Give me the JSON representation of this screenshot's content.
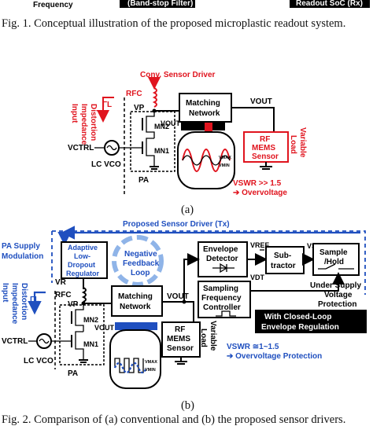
{
  "colors": {
    "red": "#e0141e",
    "blue": "#1f4fbf",
    "black": "#000000",
    "light_blue": "#8fb4e8"
  },
  "header": {
    "frequency": "Frequency",
    "bandstop": "(Band-stop Filter)",
    "readout": "Readout SoC (Rx)"
  },
  "fig1_caption": "Fig. 1. Conceptual illustration of the proposed microplastic readout system.",
  "fig2a": {
    "title": "Conv. Sensor Driver",
    "rfc": "RFC",
    "vp": "VP",
    "vout": "VOUT",
    "vout_node": "VOUT",
    "matching": [
      "Matching",
      "Network"
    ],
    "gamma": "ΓL",
    "distortion": [
      "Input",
      "Impedance",
      "Distortion"
    ],
    "mn2": "MN2",
    "mn1": "MN1",
    "vctrl": "VCTRL",
    "lcvco": "LC VCO",
    "pa": "PA",
    "rf_mems": [
      "RF",
      "MEMS",
      "Sensor"
    ],
    "varload": [
      "Variable",
      "Load"
    ],
    "vswr": "VSWR >> 1.5",
    "overvoltage": "➔ Overvoltage",
    "vmax": "VMAX",
    "vmin": "VMIN",
    "label": "(a)"
  },
  "fig2b": {
    "title": "Proposed Sensor Driver (Tx)",
    "pa_supply": [
      "PA Supply",
      "Modulation"
    ],
    "ldo": [
      "Adaptive",
      "Low-",
      "Dropout",
      "Regulator"
    ],
    "feedback": [
      "Negative",
      "Feedback",
      "Loop"
    ],
    "env_det": [
      "Envelope",
      "Detector"
    ],
    "vref": "VREF",
    "vdt": "VDT",
    "subtractor": [
      "Sub-",
      "tractor"
    ],
    "vs": "VS",
    "sample_hold": [
      "Sample",
      "/Hold"
    ],
    "vr": "VR",
    "rfc": "RFC",
    "vp": "VP",
    "matching": [
      "Matching",
      "Network"
    ],
    "vout": "VOUT",
    "vout_node": "VOUT",
    "sampling": [
      "Sampling",
      "Frequency",
      "Controller"
    ],
    "under_supply": [
      "Under Supply",
      "Voltage",
      "Protection"
    ],
    "closed_loop": [
      "With Closed-Loop",
      "Envelope Regulation"
    ],
    "gamma": "ΓL",
    "distortion": [
      "Input",
      "Impedance",
      "Distortion"
    ],
    "mn2": "MN2",
    "mn1": "MN1",
    "vctrl": "VCTRL",
    "lcvco": "LC VCO",
    "pa": "PA",
    "rf_mems": [
      "RF",
      "MEMS",
      "Sensor"
    ],
    "varload": [
      "Variable",
      "Load"
    ],
    "vswr": "VSWR ≅1~1.5",
    "overvoltage": "➔ Overvoltage Protection",
    "vmax": "VMAX",
    "vmin": "VMIN",
    "label": "(b)"
  },
  "fig2_caption": "Fig. 2. Comparison of (a) conventional and (b) the proposed sensor drivers."
}
